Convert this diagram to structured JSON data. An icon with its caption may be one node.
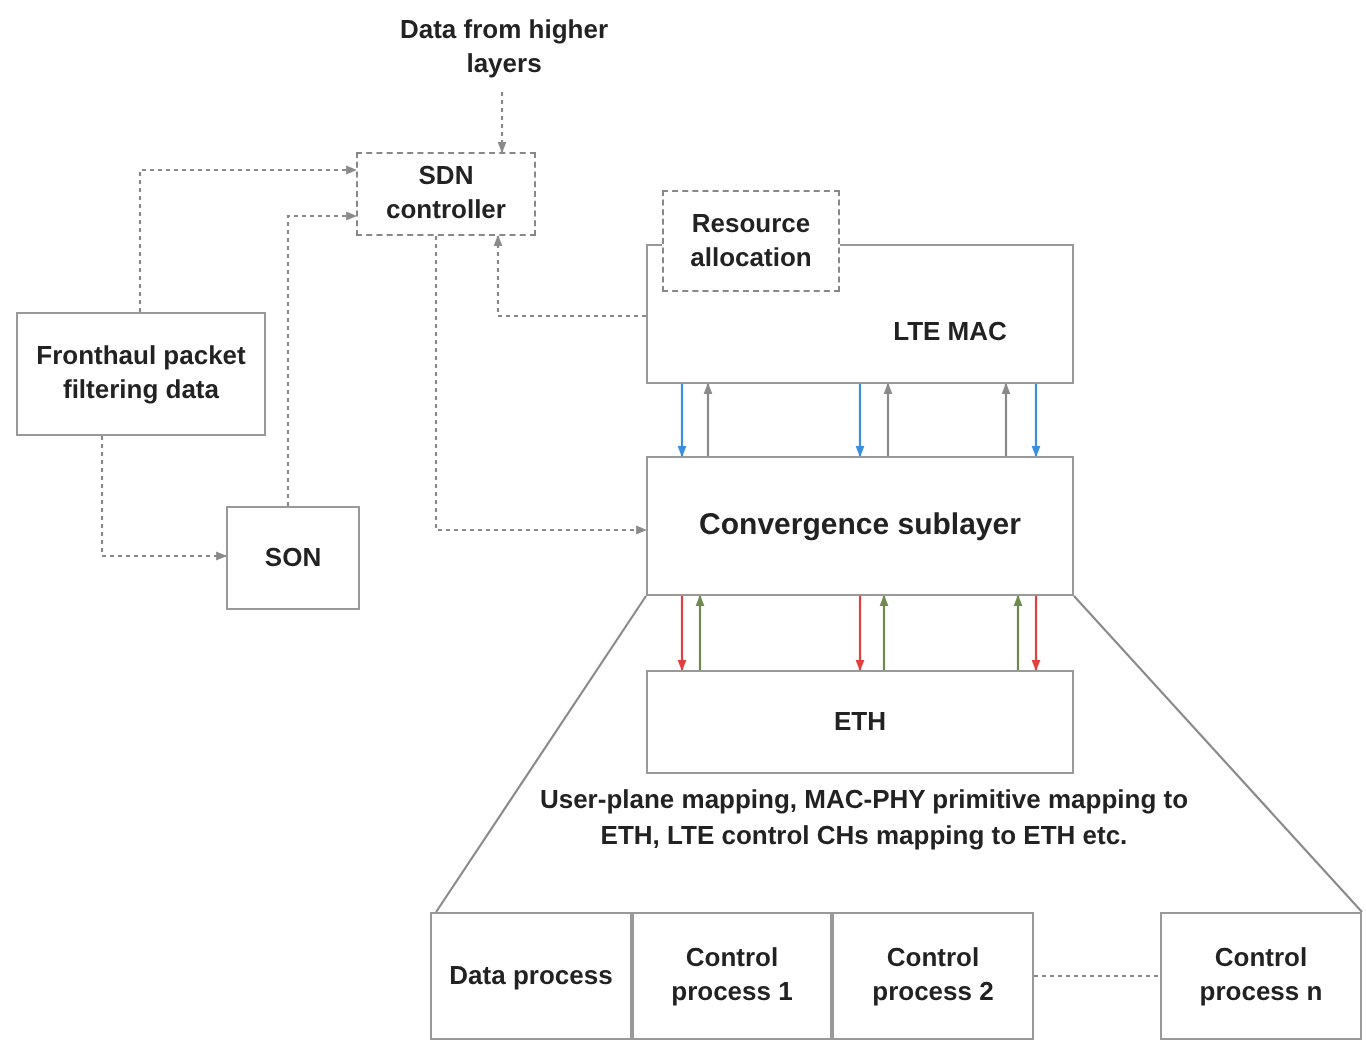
{
  "diagram": {
    "nodes": [
      {
        "text": [
          "Data from higher layers"
        ]
      },
      {
        "text": [
          "SDN controller"
        ]
      },
      {
        "text": [
          "Resource allocation"
        ]
      },
      {
        "text": [
          "LTE MAC"
        ]
      },
      {
        "text": [
          "Fronthaul packet filtering data"
        ]
      },
      {
        "text": [
          "SON"
        ]
      },
      {
        "text": [
          "Convergence sublayer"
        ]
      },
      {
        "text": [
          "ETH"
        ]
      },
      {
        "text": [
          "Data process"
        ]
      },
      {
        "text": [
          "Control process 1"
        ]
      },
      {
        "text": [
          "Control process 2"
        ]
      },
      {
        "text": [
          "Control process n"
        ]
      }
    ],
    "edges": [
      {
        "from": 0,
        "to": 1,
        "arrow": "to",
        "style": "dashed"
      },
      {
        "from": 4,
        "to": 1,
        "arrow": "to",
        "style": "dashed"
      },
      {
        "from": 4,
        "to": 5,
        "arrow": "to",
        "style": "dashed"
      },
      {
        "from": 5,
        "to": 1,
        "arrow": "to",
        "style": "dashed"
      },
      {
        "from": 3,
        "to": 1,
        "arrow": "to",
        "style": "dashed"
      },
      {
        "from": 1,
        "to": 6,
        "arrow": "to",
        "style": "dashed"
      },
      {
        "from": 3,
        "to": 6,
        "arrow": "to",
        "color": "#3a8ee0"
      },
      {
        "from": 6,
        "to": 3,
        "arrow": "to"
      },
      {
        "from": 3,
        "to": 6,
        "arrow": "to",
        "color": "#3a8ee0"
      },
      {
        "from": 6,
        "to": 3,
        "arrow": "to"
      },
      {
        "from": 6,
        "to": 3,
        "arrow": "to"
      },
      {
        "from": 3,
        "to": 6,
        "arrow": "to",
        "color": "#3a8ee0"
      },
      {
        "from": 6,
        "to": 7,
        "arrow": "to",
        "color": "#e04040"
      },
      {
        "from": 7,
        "to": 6,
        "arrow": "to",
        "color": "#6e8a4e"
      },
      {
        "from": 6,
        "to": 7,
        "arrow": "to",
        "color": "#e04040"
      },
      {
        "from": 7,
        "to": 6,
        "arrow": "to",
        "color": "#6e8a4e"
      },
      {
        "from": 7,
        "to": 6,
        "arrow": "to",
        "color": "#6e8a4e"
      },
      {
        "from": 6,
        "to": 7,
        "arrow": "to",
        "color": "#e04040"
      },
      {
        "from": 10,
        "to": 11,
        "arrow": "none",
        "style": "dashed"
      },
      {
        "from": 6,
        "to": 8,
        "arrow": "none"
      },
      {
        "from": 6,
        "to": 11,
        "arrow": "none"
      }
    ],
    "labels": [
      "User-plane mapping, MAC-PHY primitive mapping to ETH, LTE control CHs mapping to ETH etc."
    ]
  }
}
